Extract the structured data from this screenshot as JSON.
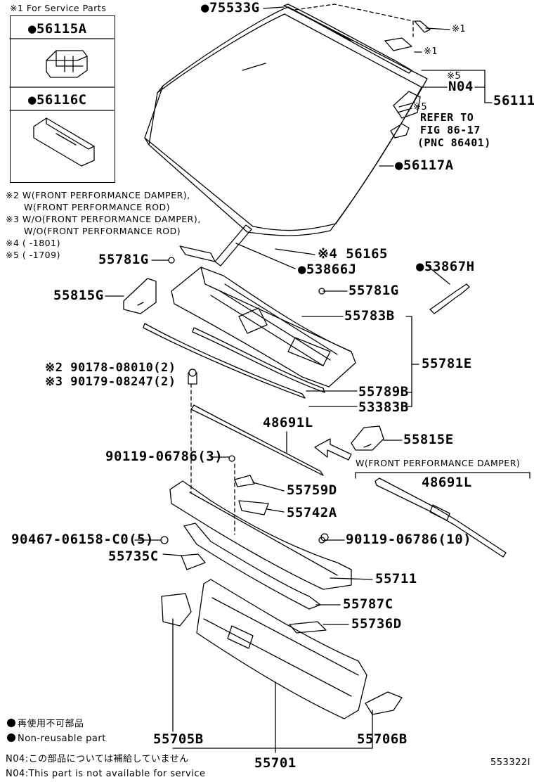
{
  "service_note": "※1 For Service Parts",
  "kit": {
    "part_a": "●56115A",
    "part_b": "●56116C"
  },
  "notes": {
    "n2a": "※2 W(FRONT PERFORMANCE DAMPER),",
    "n2b": "W(FRONT PERFORMANCE ROD)",
    "n3a": "※3 W/O(FRONT PERFORMANCE DAMPER),",
    "n3b": "W/O(FRONT PERFORMANCE ROD)",
    "n4": "※4 (      -1801)",
    "n5": "※5 (      -1709)"
  },
  "marks": {
    "m1a": "※1",
    "m1b": "※1",
    "m5a": "※5",
    "m5b": "※5"
  },
  "refer": {
    "line1": "REFER TO",
    "line2": "FIG 86-17",
    "line3": "(PNC 86401)"
  },
  "parts": {
    "p75533G": "●75533G",
    "pN04": "N04",
    "p56111": "56111",
    "p56117A": "●56117A",
    "p56165": "※4 56165",
    "p53866J": "●53866J",
    "p53867H": "●53867H",
    "p55781G_a": "55781G",
    "p55781G_b": "55781G",
    "p55815G": "55815G",
    "p55783B": "55783B",
    "p55781E": "55781E",
    "p90178": "※2 90178-08010(2)",
    "p90179": "※3 90179-08247(2)",
    "p55789B": "55789B",
    "p53383B": "53383B",
    "p48691L_a": "48691L",
    "p55815E": "55815E",
    "damper_note": "W(FRONT PERFORMANCE DAMPER)",
    "p48691L_b": "48691L",
    "p90119_3": "90119-06786(3)",
    "p55759D": "55759D",
    "p55742A": "55742A",
    "p90467": "90467-06158-C0(5)",
    "p90119_10": "90119-06786(10)",
    "p55735C": "55735C",
    "p55711": "55711",
    "p55787C": "55787C",
    "p55736D": "55736D",
    "p55705B": "55705B",
    "p55706B": "55706B",
    "p55701": "55701"
  },
  "legend": {
    "jp_reuse": "再使用不可部品",
    "en_reuse": "Non-reusable part",
    "jp_n04": "N04:この部品については補給していません",
    "en_n04": "N04:This part is not available for service"
  },
  "figure_id": "553322I"
}
